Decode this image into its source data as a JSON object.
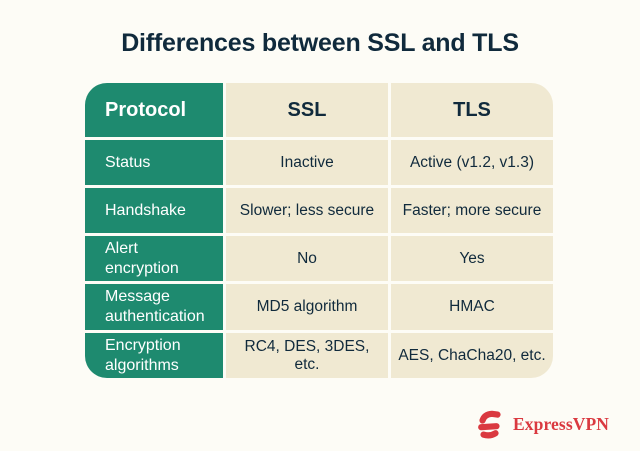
{
  "chart_data": {
    "type": "table",
    "title": "Differences between SSL and TLS",
    "columns": [
      "Protocol",
      "SSL",
      "TLS"
    ],
    "rows": [
      [
        "Status",
        "Inactive",
        "Active (v1.2, v1.3)"
      ],
      [
        "Handshake",
        "Slower; less secure",
        "Faster; more secure"
      ],
      [
        "Alert encryption",
        "No",
        "Yes"
      ],
      [
        "Message authentication",
        "MD5 algorithm",
        "HMAC"
      ],
      [
        "Encryption algorithms",
        "RC4, DES, 3DES, etc.",
        "AES, ChaCha20, etc."
      ]
    ],
    "layout_hints": {
      "label_column_style": "green header column on left",
      "grid": "3px gaps between all cells, rounded outer corners"
    }
  },
  "title": {
    "text": "Differences between SSL and TLS"
  },
  "footer": {
    "brand": "ExpressVPN",
    "logo_icon": "expressvpn-e-mark"
  },
  "colors": {
    "page_background": "#FDFCF6",
    "green_cell": "#1E8A6F",
    "cream_cell": "#F0E9D2",
    "title_text": "#102A3C",
    "label_text": "#FFFFFF",
    "value_text": "#102A3C",
    "brand_red": "#DA3940"
  }
}
